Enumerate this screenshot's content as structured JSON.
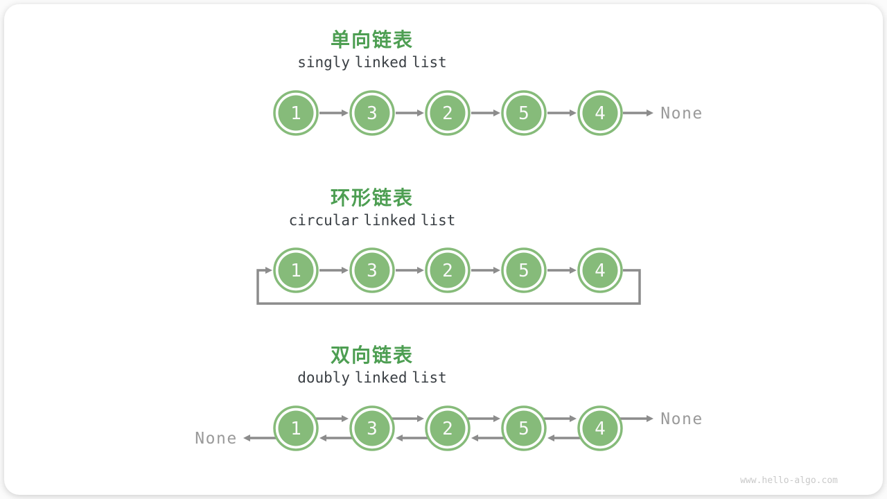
{
  "page": {
    "watermark": "www.hello-algo.com"
  },
  "colors": {
    "title_green": "#4D9E52",
    "node_green": "#86BB7A",
    "node_text": "#FAFAFA",
    "arrow_gray": "#8C8C8C",
    "none_gray": "#9A9A9A",
    "subtitle_dark": "#3A3F44",
    "watermark_gray": "#C9C9C9"
  },
  "sections": [
    {
      "id": "singly",
      "title": "单向链表",
      "subtitle": "singly linked list",
      "type": "singly",
      "nodes": [
        "1",
        "3",
        "2",
        "5",
        "4"
      ],
      "tail_label": "None"
    },
    {
      "id": "circular",
      "title": "环形链表",
      "subtitle": "circular linked list",
      "type": "circular",
      "nodes": [
        "1",
        "3",
        "2",
        "5",
        "4"
      ]
    },
    {
      "id": "doubly",
      "title": "双向链表",
      "subtitle": "doubly linked list",
      "type": "doubly",
      "nodes": [
        "1",
        "3",
        "2",
        "5",
        "4"
      ],
      "head_label": "None",
      "tail_label": "None"
    }
  ]
}
